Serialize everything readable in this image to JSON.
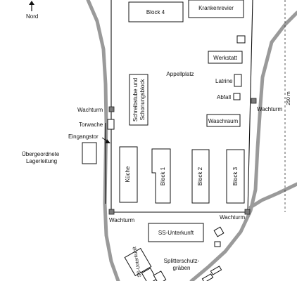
{
  "map": {
    "north_label": "Nord",
    "scale_label": "250 m",
    "colors": {
      "road": "#9a9a9a",
      "lines": "#111111",
      "tower": "#7a7a7a",
      "background": "#ffffff"
    },
    "labels": {
      "block4": "Block 4",
      "krankenrevier": "Krankenrevier",
      "werkstatt": "Werkstatt",
      "appellplatz": "Appellplatz",
      "schreibstube_1": "Schreibstube und",
      "schreibstube_2": "Schonungsblock",
      "latrine": "Latrine",
      "abfall": "Abfall",
      "waschraum": "Waschraum",
      "wachturm_nw": "Wachturm",
      "wachturm_ne": "Wachturm",
      "wachturm_sw": "Wachturm",
      "wachturm_se": "Wachturm",
      "torwache": "Torwache",
      "eingangstor": "Eingangstor",
      "lagerleitung_1": "Übergeordnete",
      "lagerleitung_2": "Lagerleitung",
      "kueche": "Küche",
      "block1": "Block 1",
      "block2": "Block 2",
      "block3": "Block 3",
      "ss_unterkunft": "SS-Unterkunft",
      "ss_small": "SS-Unterkunft",
      "splitter_1": "Splitterschutz-",
      "splitter_2": "gräben"
    }
  }
}
